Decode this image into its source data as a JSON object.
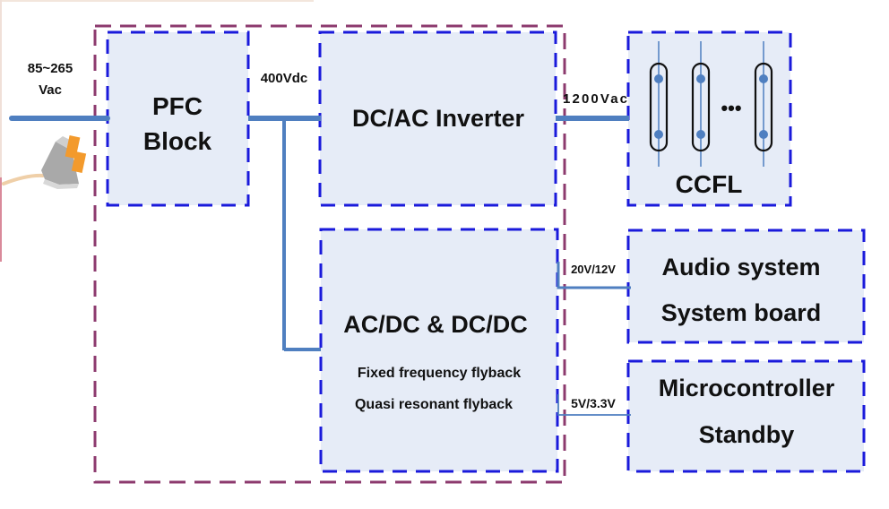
{
  "colors": {
    "block_fill": "#e6ecf7",
    "block_border": "#1a1adb",
    "outer_border": "#8c3a6e",
    "wire": "#4f7fc0",
    "lamp_outline": "#111111",
    "plug_prong": "#f39a2c",
    "plug_body": "#a8a8a8",
    "cord": "#efcfa8",
    "frame_edge": "#d98a9a"
  },
  "input": {
    "label_line1": "85~265",
    "label_line2": "Vac",
    "plug_icon": "power-plug-icon"
  },
  "blocks": {
    "pfc": {
      "line1": "PFC",
      "line2": "Block"
    },
    "dcac": {
      "title": "DC/AC Inverter"
    },
    "acdc": {
      "title": "AC/DC & DC/DC",
      "sub1": "Fixed frequency flyback",
      "sub2": "Quasi resonant flyback"
    },
    "ccfl": {
      "title": "CCFL",
      "lamp_icon": "ccfl-lamp-icon",
      "ellipsis": "•••"
    },
    "audio": {
      "line1": "Audio system",
      "line2": "System board"
    },
    "micro": {
      "line1": "Microcontroller",
      "line2": "Standby"
    }
  },
  "connections": {
    "bus": "400Vdc",
    "lamp_drive": "1200Vac",
    "audio_rail": "20V/12V",
    "standby_rail": "5V/3.3V"
  }
}
